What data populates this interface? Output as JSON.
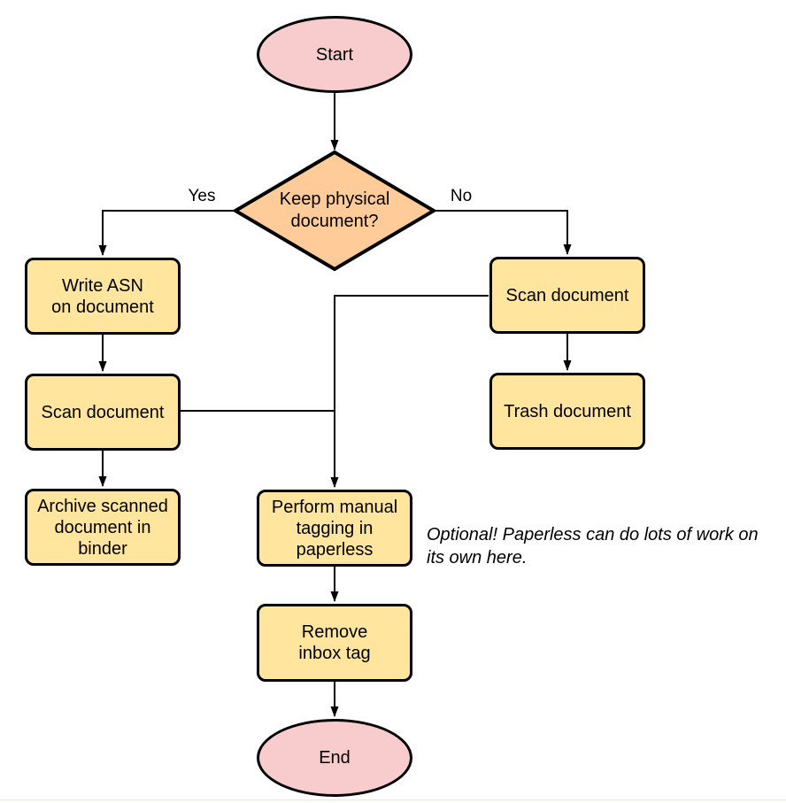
{
  "nodes": {
    "start": {
      "label": "Start",
      "shape": "ellipse",
      "fill": "#f8cccd"
    },
    "decision": {
      "label": "Keep physical\ndocument?",
      "shape": "diamond",
      "fill": "#ffcc99"
    },
    "write_asn": {
      "label": "Write ASN\non document",
      "shape": "rounded-rect",
      "fill": "#ffe59d"
    },
    "scan_left": {
      "label": "Scan document",
      "shape": "rounded-rect",
      "fill": "#ffe59d"
    },
    "archive": {
      "label": "Archive scanned\ndocument in\nbinder",
      "shape": "rounded-rect",
      "fill": "#ffe59d"
    },
    "scan_right": {
      "label": "Scan document",
      "shape": "rounded-rect",
      "fill": "#ffe59d"
    },
    "trash": {
      "label": "Trash document",
      "shape": "rounded-rect",
      "fill": "#ffe59d"
    },
    "tagging": {
      "label": "Perform manual\ntagging in\npaperless",
      "shape": "rounded-rect",
      "fill": "#ffe59d"
    },
    "remove_inbox": {
      "label": "Remove\ninbox tag",
      "shape": "rounded-rect",
      "fill": "#ffe59d"
    },
    "end": {
      "label": "End",
      "shape": "ellipse",
      "fill": "#f8cccd"
    }
  },
  "edge_labels": {
    "yes": "Yes",
    "no": "No"
  },
  "annotation": {
    "text": "Optional! Paperless can do lots of work on\nits own here."
  },
  "colors": {
    "terminator_fill": "#f8cccd",
    "decision_fill": "#ffcc99",
    "process_fill": "#ffe59d",
    "stroke": "#000000",
    "background": "#ffffff"
  }
}
